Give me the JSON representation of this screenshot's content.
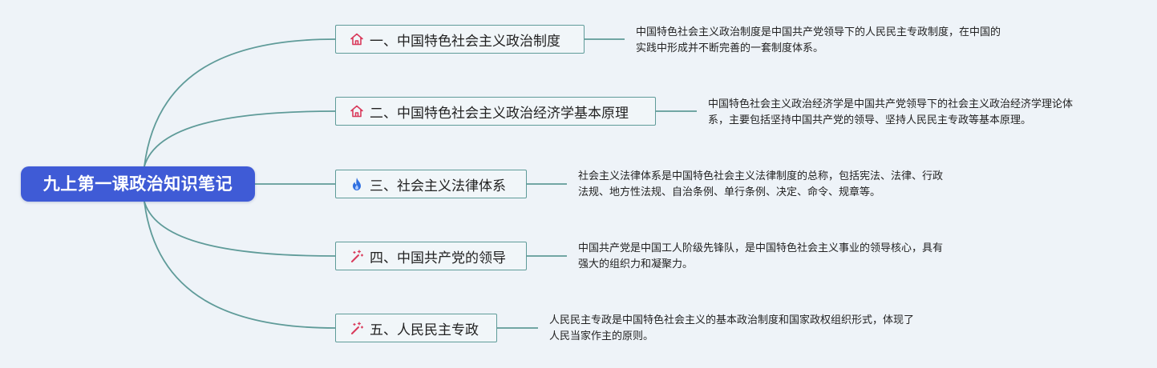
{
  "root": {
    "title": "九上第一课政治知识笔记"
  },
  "branches": [
    {
      "label": "一、中国特色社会主义政治制度",
      "icon": "house-icon",
      "desc_lines": [
        "中国特色社会主义政治制度是中国共产党领导下的人民民主专政制度，在中国的",
        "实践中形成并不断完善的一套制度体系。"
      ]
    },
    {
      "label": "二、中国特色社会主义政治经济学基本原理",
      "icon": "house-icon",
      "desc_lines": [
        "中国特色社会主义政治经济学是中国共产党领导下的社会主义政治经济学理论体",
        "系，主要包括坚持中国共产党的领导、坚持人民民主专政等基本原理。"
      ]
    },
    {
      "label": "三、社会主义法律体系",
      "icon": "flame-icon",
      "desc_lines": [
        "社会主义法律体系是中国特色社会主义法律制度的总称，包括宪法、法律、行政",
        "法规、地方性法规、自治条例、单行条例、决定、命令、规章等。"
      ]
    },
    {
      "label": "四、中国共产党的领导",
      "icon": "magic-wand-icon",
      "desc_lines": [
        "中国共产党是中国工人阶级先锋队，是中国特色社会主义事业的领导核心，具有",
        "强大的组织力和凝聚力。"
      ]
    },
    {
      "label": "五、人民民主专政",
      "icon": "magic-wand-icon",
      "desc_lines": [
        "人民民主专政是中国特色社会主义的基本政治制度和国家政权组织形式，体现了",
        "人民当家作主的原则。"
      ]
    }
  ],
  "colors": {
    "background": "#eef3f8",
    "root_fill": "#3f5bd6",
    "connector": "#5f9b99",
    "house_icon": "#d93a5b",
    "flame_icon": "#2f6fe0",
    "wand_icon": "#d93a5b"
  }
}
